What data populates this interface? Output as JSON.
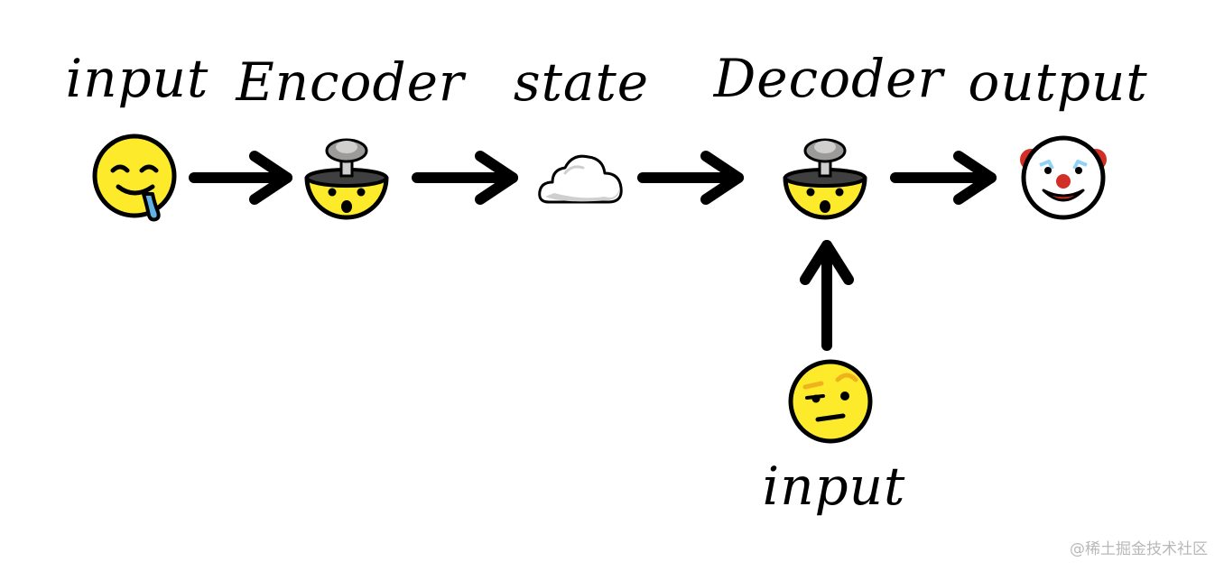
{
  "labels": {
    "input_top": "input",
    "encoder": "Encoder",
    "state": "state",
    "decoder": "Decoder",
    "output": "output",
    "input_bottom": "input"
  },
  "icons": {
    "input_top": "drooling-face-icon",
    "encoder": "exploding-head-icon",
    "state": "cloud-icon",
    "decoder": "exploding-head-icon",
    "output": "clown-face-icon",
    "input_bottom": "raised-eyebrow-face-icon"
  },
  "colors": {
    "arrow": "#000000",
    "face": "#FCEA2B",
    "outline": "#000000",
    "drool": "#61B2E4",
    "clown_red": "#D22F27",
    "explosion_gray": "#9B9B9A",
    "cloud_shade": "#D0CFCE",
    "eyebrow_orange": "#F1B31C"
  },
  "watermark": "@稀土掘金技术社区"
}
